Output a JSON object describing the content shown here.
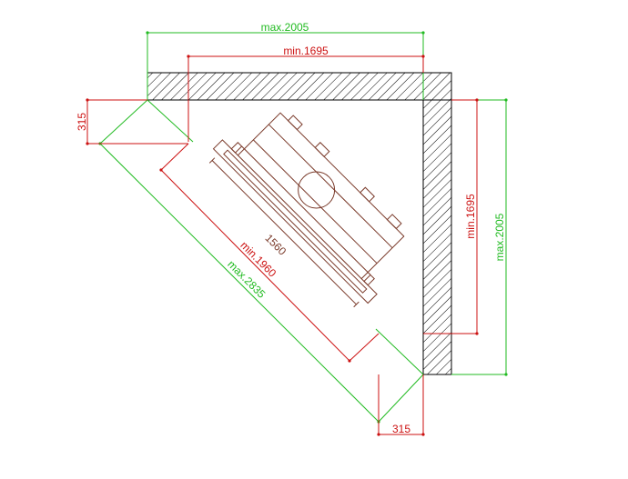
{
  "drawing": {
    "labels": {
      "top_max": "max.2005",
      "top_min": "min.1695",
      "right_min": "min.1695",
      "right_max": "max.2005",
      "left_offset": "315",
      "bottom_offset": "315",
      "diag_max": "max.2835",
      "diag_min": "min.1960",
      "unit_width": "1560"
    },
    "colors": {
      "max_dimension": "#22bb22",
      "min_dimension": "#cc1111",
      "unit_outline": "#7a3a2a",
      "wall": "#000000"
    }
  }
}
